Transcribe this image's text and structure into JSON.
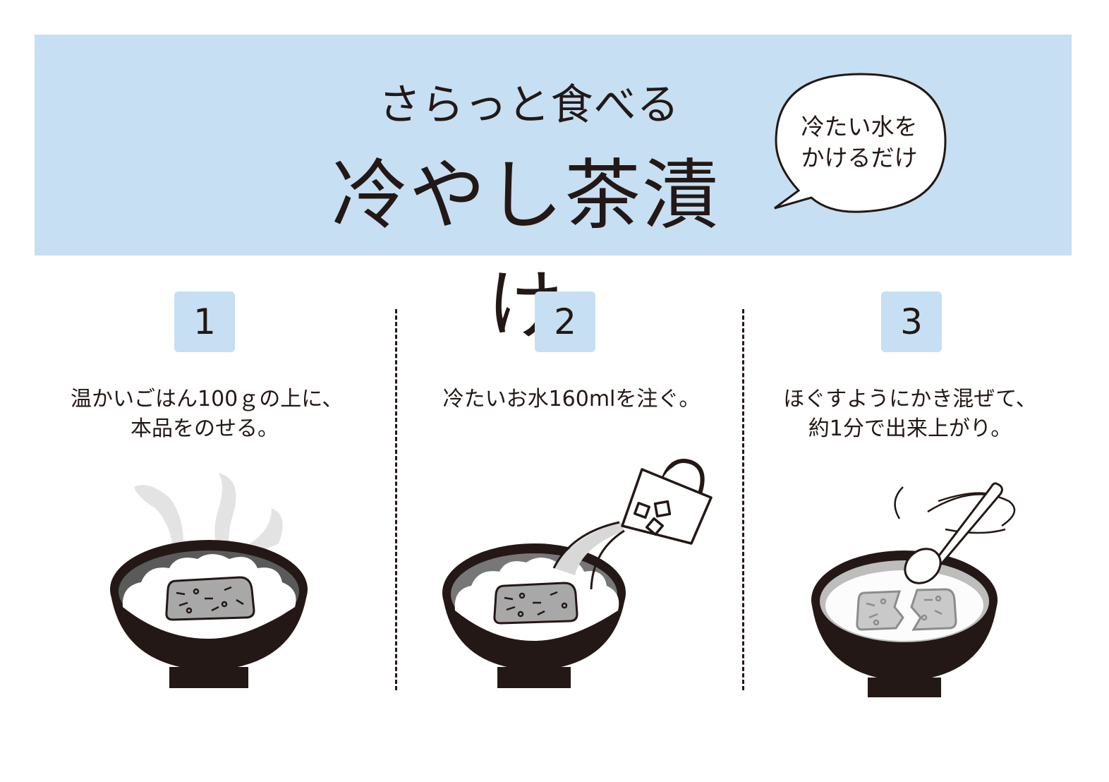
{
  "header": {
    "subtitle": "さらっと食べる",
    "title": "冷やし茶漬け",
    "bubble_line1": "冷たい水を",
    "bubble_line2": "かけるだけ"
  },
  "steps": [
    {
      "number": "1",
      "line1": "温かいごはん100ｇの上に、",
      "line2": "本品をのせる。"
    },
    {
      "number": "2",
      "line1": "冷たいお水160mlを注ぐ。",
      "line2": ""
    },
    {
      "number": "3",
      "line1": "ほぐすようにかき混ぜて、",
      "line2": "約1分で出来上がり。"
    }
  ],
  "colors": {
    "banner": "#c6dff2",
    "ink": "#231815",
    "rice": "#ffffff",
    "block_gray": "#a8a8a8",
    "bowl_inner": "#777777"
  }
}
